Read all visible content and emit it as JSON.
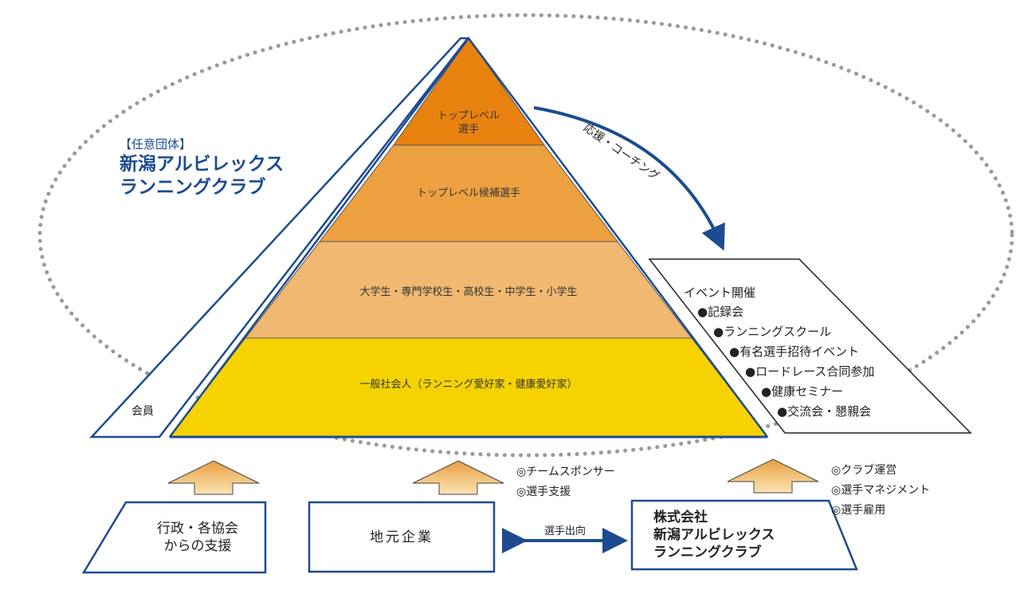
{
  "colors": {
    "tier1": "#e8820f",
    "tier2": "#eda040",
    "tier3": "#f0b870",
    "tier4": "#f5d200",
    "blue": "#1d4b8f",
    "dots": "#9a9a9a"
  },
  "organization": {
    "tag": "【任意団体】",
    "name_line1": "新潟アルビレックス",
    "name_line2": "ランニングクラブ"
  },
  "members_label": "会員",
  "pyramid": {
    "tier1_line1": "トップレベル",
    "tier1_line2": "選手",
    "tier2": "トップレベル候補選手",
    "tier3": "大学生・専門学校生・高校生・中学生・小学生",
    "tier4": "一般社会人（ランニング愛好家・健康愛好家）"
  },
  "support_arrow_label": "応援・コーチング",
  "events": {
    "title": "イベント開催",
    "items": [
      "●記録会",
      "●ランニングスクール",
      "●有名選手招待イベント",
      "●ロードレース合同参加",
      "●健康セミナー",
      "●交流会・懇親会"
    ]
  },
  "bottom": {
    "gov_line1": "行政・各協会",
    "gov_line2": "からの支援",
    "local": "地元企業",
    "company_line1": "株式会社",
    "company_line2": "新潟アルビレックス",
    "company_line3": "ランニングクラブ",
    "exchange_label": "選手出向",
    "local_notes": [
      "◎チームスポンサー",
      "◎選手支援"
    ],
    "company_notes": [
      "◎クラブ運営",
      "◎選手マネジメント",
      "◎選手雇用"
    ]
  }
}
